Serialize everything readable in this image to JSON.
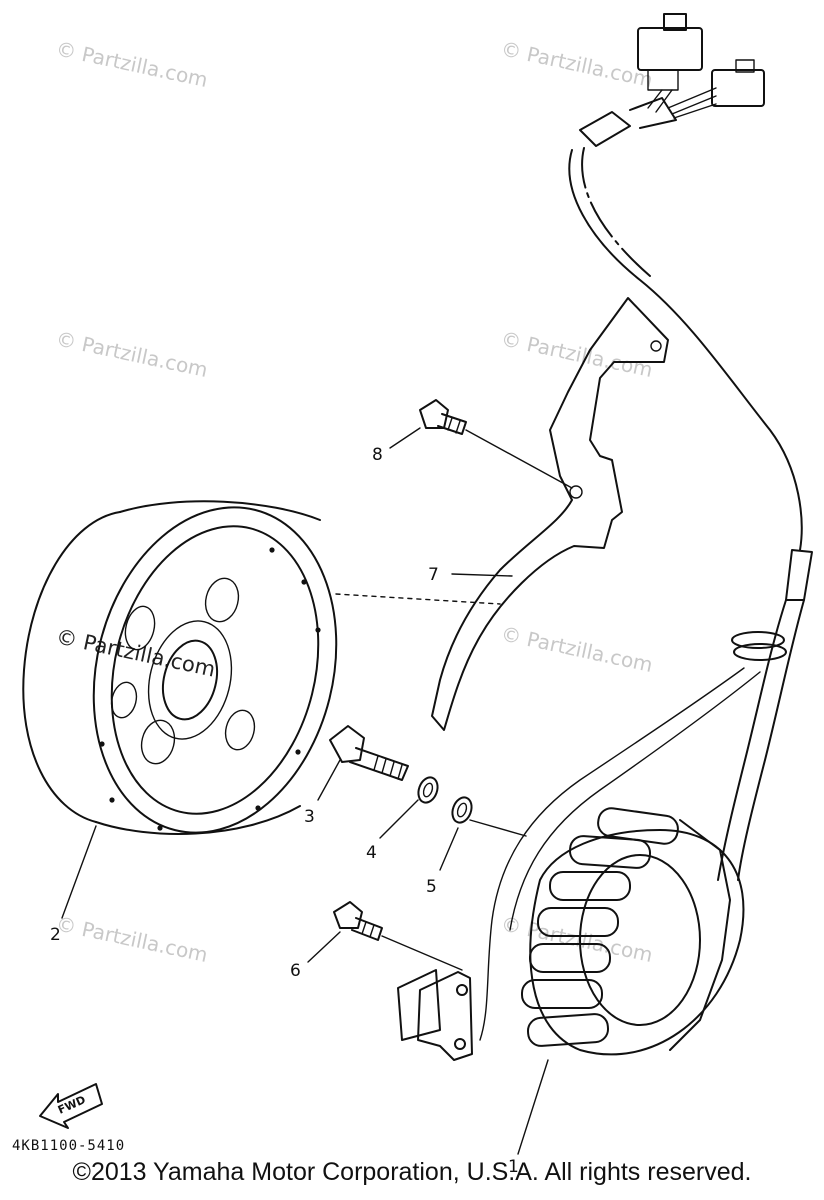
{
  "watermark": "© Partzilla.com",
  "callouts": [
    "1",
    "2",
    "3",
    "4",
    "5",
    "6",
    "7",
    "8"
  ],
  "fwd_label": "FWD",
  "diagram_code": "4KB1100-5410",
  "copyright": "©2013  Yamaha Motor Corporation, U.S.A. All rights reserved."
}
